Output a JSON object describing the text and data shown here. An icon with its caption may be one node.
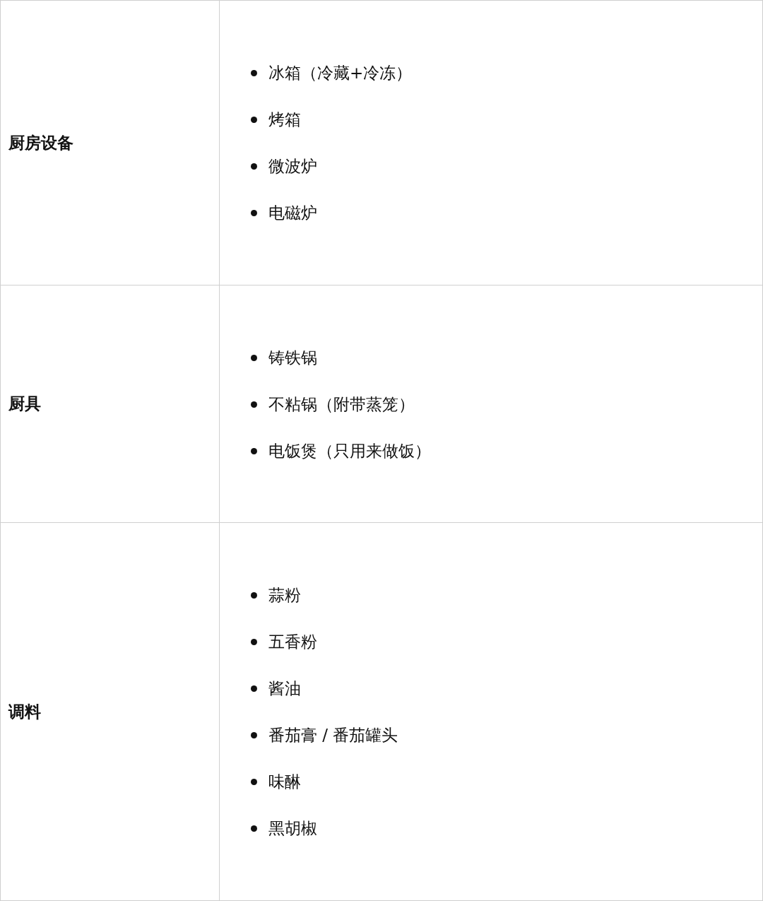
{
  "diagram": {
    "nodes": [
      {
        "text": [
          "厨房设备"
        ]
      },
      {
        "text": [
          "冰箱（冷藏+冷冻）",
          "烤箱",
          "微波炉",
          "电磁炉"
        ]
      },
      {
        "text": [
          "厨具"
        ]
      },
      {
        "text": [
          "铸铁锅",
          "不粘锅（附带蒸笼）",
          "电饭煲（只用来做饭）"
        ]
      },
      {
        "text": [
          "调料"
        ]
      },
      {
        "text": [
          "蒜粉",
          "五香粉",
          "酱油",
          "番茄膏 / 番茄罐头",
          "味醂",
          "黑胡椒"
        ]
      }
    ]
  }
}
